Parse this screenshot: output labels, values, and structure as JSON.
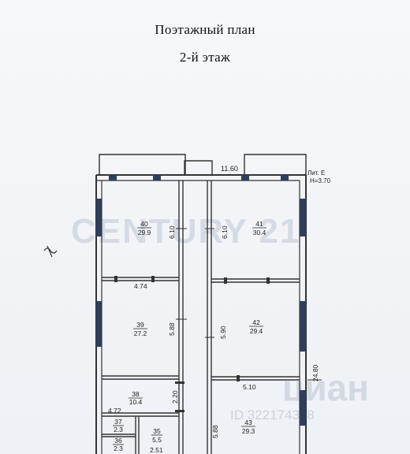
{
  "title": "Поэтажный план",
  "subtitle": "2-й этаж",
  "lit": {
    "label": "Лит. Е",
    "height": "Н=3.70"
  },
  "dimensions": {
    "top_width": "11.60",
    "right_length": "24.80",
    "room40_height": "6.10",
    "room41_height": "6.10",
    "room40_width": "4.74",
    "room39_height": "5.88",
    "room42_height": "5.90",
    "room42_width": "5.10",
    "room38_height": "2.20",
    "room38_width": "4.72",
    "room43_height": "5.88",
    "room35_width": "2.51"
  },
  "rooms": [
    {
      "number": "40",
      "area": "29.9"
    },
    {
      "number": "41",
      "area": "30.4"
    },
    {
      "number": "39",
      "area": "27.2"
    },
    {
      "number": "42",
      "area": "29.4"
    },
    {
      "number": "38",
      "area": "10.4"
    },
    {
      "number": "43",
      "area": "29.3"
    },
    {
      "number": "37",
      "area": "2.3"
    },
    {
      "number": "36",
      "area": "2.3"
    },
    {
      "number": "35",
      "area": "5.5"
    }
  ],
  "watermarks": {
    "century": "CENTURY 21",
    "cian": "циан",
    "id": "ID 322174368"
  },
  "colors": {
    "line": "#333333",
    "window": "#2f3f5a",
    "watermark": "#cfd6e0"
  }
}
